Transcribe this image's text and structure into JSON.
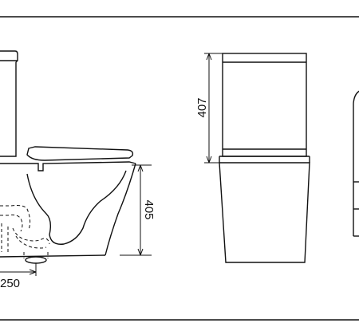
{
  "drawing": {
    "description_kind": "technical line drawing of a close-coupled toilet",
    "views": [
      "side-view-partial",
      "front-view",
      "side-view-right-partial"
    ],
    "dimensions": {
      "side_height": "405",
      "outlet_distance": "250",
      "tank_height": "407"
    },
    "colors": {
      "line": "#111111",
      "background": "#ffffff"
    }
  }
}
